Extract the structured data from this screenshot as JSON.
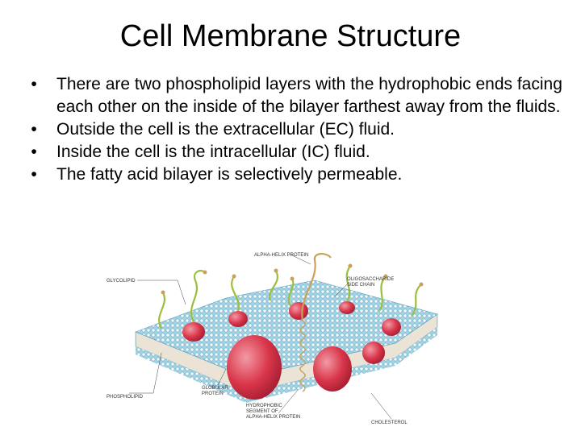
{
  "slide": {
    "title": "Cell Membrane Structure",
    "bullet_glyph": "•",
    "bullets": [
      "There are two phospholipid layers with the hydrophobic ends facing each other on the inside of the bilayer farthest away from the fluids.",
      "Outside the cell is the extracellular (EC) fluid.",
      "Inside the cell is the intracellular (IC) fluid.",
      "The fatty acid bilayer is selectively permeable."
    ]
  },
  "figure": {
    "labels": {
      "alpha_helix_protein": "ALPHA-HELIX PROTEIN",
      "glycolipid": "GLYCOLIPID",
      "oligosaccharide_line1": "OLIGOSACCHARIDE",
      "oligosaccharide_line2": "SIDE CHAIN",
      "phospholipid": "PHOSPHOLIPID",
      "globular_line1": "GLOBULAR",
      "globular_line2": "PROTEIN",
      "hydrophobic_line1": "HYDROPHOBIC",
      "hydrophobic_line2": "SEGMENT OF",
      "hydrophobic_line3": "ALPHA-HELIX PROTEIN",
      "cholesterol": "CHOLESTEROL"
    },
    "colors": {
      "lipid_head": "#9fd3e6",
      "lipid_head_edge": "#5a9db8",
      "protein": "#d9364a",
      "protein_highlight": "#f29aa5",
      "sugar_chain": "#9bbf3a",
      "helix": "#c9a25a"
    }
  }
}
